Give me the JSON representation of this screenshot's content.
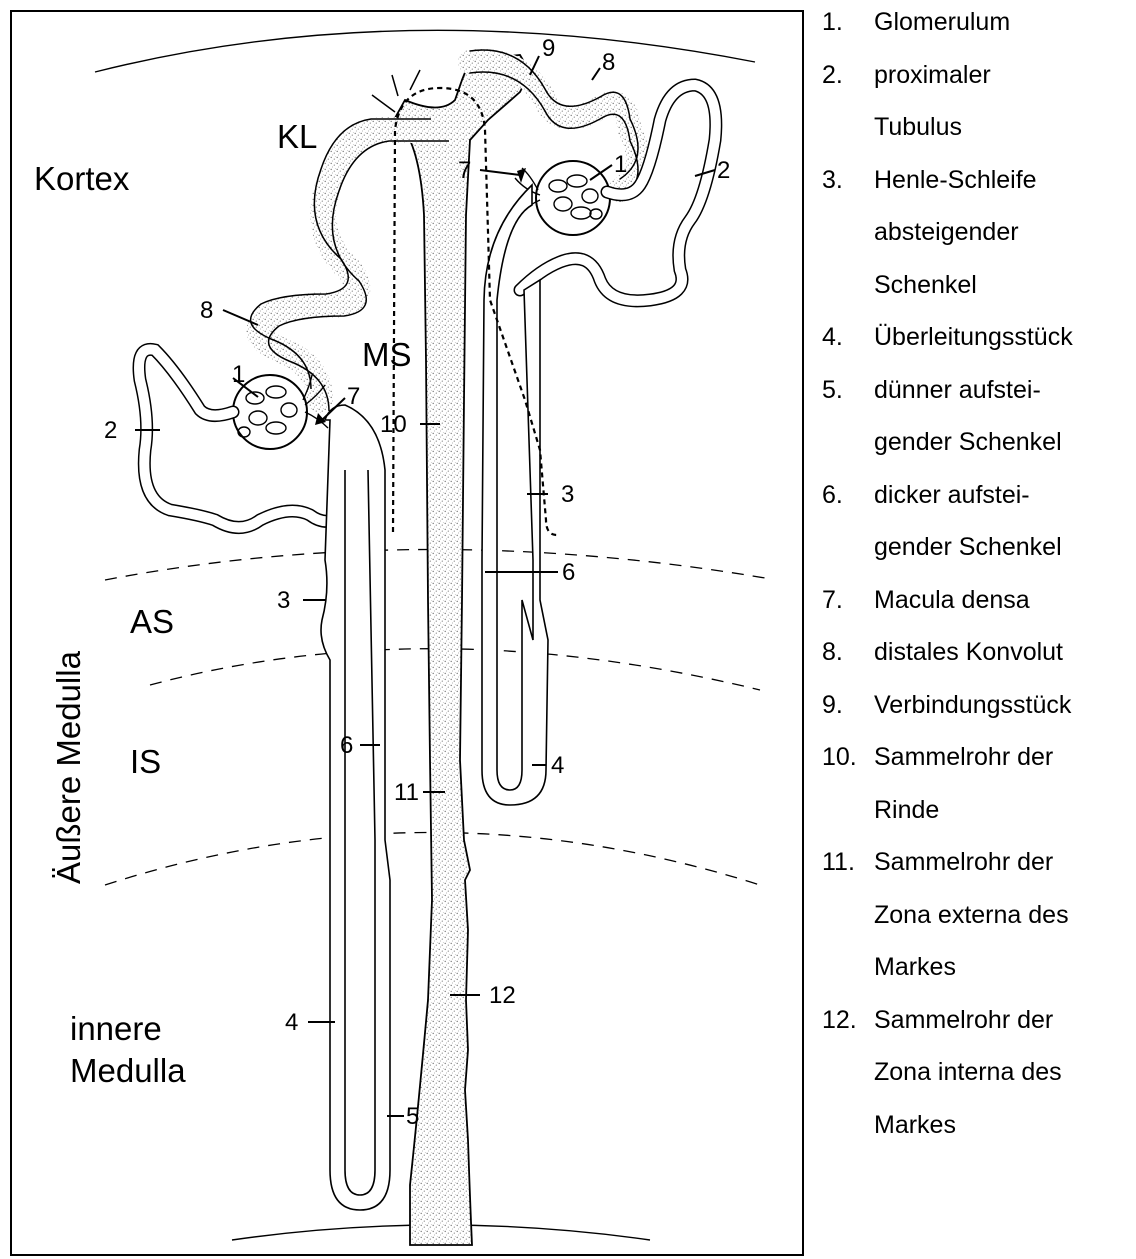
{
  "diagram": {
    "regions": {
      "kortex": "Kortex",
      "kl": "KL",
      "ms": "MS",
      "as": "AS",
      "is": "IS",
      "aeussere_medulla": "Äußere Medulla",
      "innere": "innere",
      "medulla": "Medulla"
    },
    "callouts": {
      "n1": "1",
      "n2": "2",
      "n3": "3",
      "n4": "4",
      "n5": "5",
      "n6": "6",
      "n7": "7",
      "n8": "8",
      "n9": "9",
      "n10": "10",
      "n11": "11",
      "n12": "12"
    }
  },
  "legend": [
    {
      "num": "1.",
      "lines": [
        "Glomerulum"
      ]
    },
    {
      "num": "2.",
      "lines": [
        "proximaler",
        "Tubulus"
      ]
    },
    {
      "num": "3.",
      "lines": [
        "Henle-Schleife",
        "absteigender",
        "Schenkel"
      ]
    },
    {
      "num": "4.",
      "lines": [
        "Überleitungsstück"
      ]
    },
    {
      "num": "5.",
      "lines": [
        "dünner aufstei-",
        "gender Schenkel"
      ]
    },
    {
      "num": "6.",
      "lines": [
        "dicker aufstei-",
        "gender Schenkel"
      ]
    },
    {
      "num": "7.",
      "lines": [
        "Macula densa"
      ]
    },
    {
      "num": "8.",
      "lines": [
        "distales Konvolut"
      ]
    },
    {
      "num": "9.",
      "lines": [
        "Verbindungsstück"
      ]
    },
    {
      "num": "10.",
      "lines": [
        "Sammelrohr der",
        "Rinde"
      ]
    },
    {
      "num": "11.",
      "lines": [
        "Sammelrohr der",
        "Zona externa des",
        "Markes"
      ]
    },
    {
      "num": "12.",
      "lines": [
        "Sammelrohr der",
        "Zona interna des",
        "Markes"
      ]
    }
  ]
}
